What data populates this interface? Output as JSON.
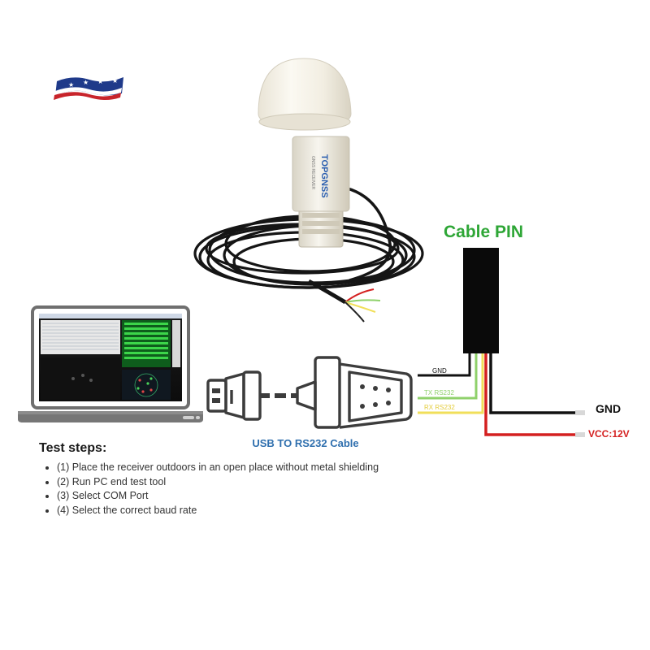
{
  "antenna": {
    "brand": "TOPGNSS",
    "subtext": "GNSS RECEIVER"
  },
  "cable_pin": {
    "title": "Cable PIN",
    "wires": [
      {
        "label": "GND",
        "color": "#111111"
      },
      {
        "label": "TX RS232",
        "color": "#8fd16b"
      },
      {
        "label": "RX RS232",
        "color": "#f1df5a"
      }
    ],
    "power": [
      {
        "label": "GND",
        "color": "#111111"
      },
      {
        "label": "VCC:12V",
        "color": "#d42020"
      }
    ]
  },
  "adapter": {
    "label": "USB TO RS232 Cable"
  },
  "test_steps": {
    "title": "Test steps:",
    "items": [
      "(1) Place the receiver outdoors in an open place without metal shielding",
      "(2) Run PC end test tool",
      "(3) Select COM Port",
      "(4) Select the correct baud rate"
    ]
  },
  "colors": {
    "title_green": "#2ea636",
    "adapter_blue": "#2f6fae",
    "vcc_red": "#d42020"
  }
}
